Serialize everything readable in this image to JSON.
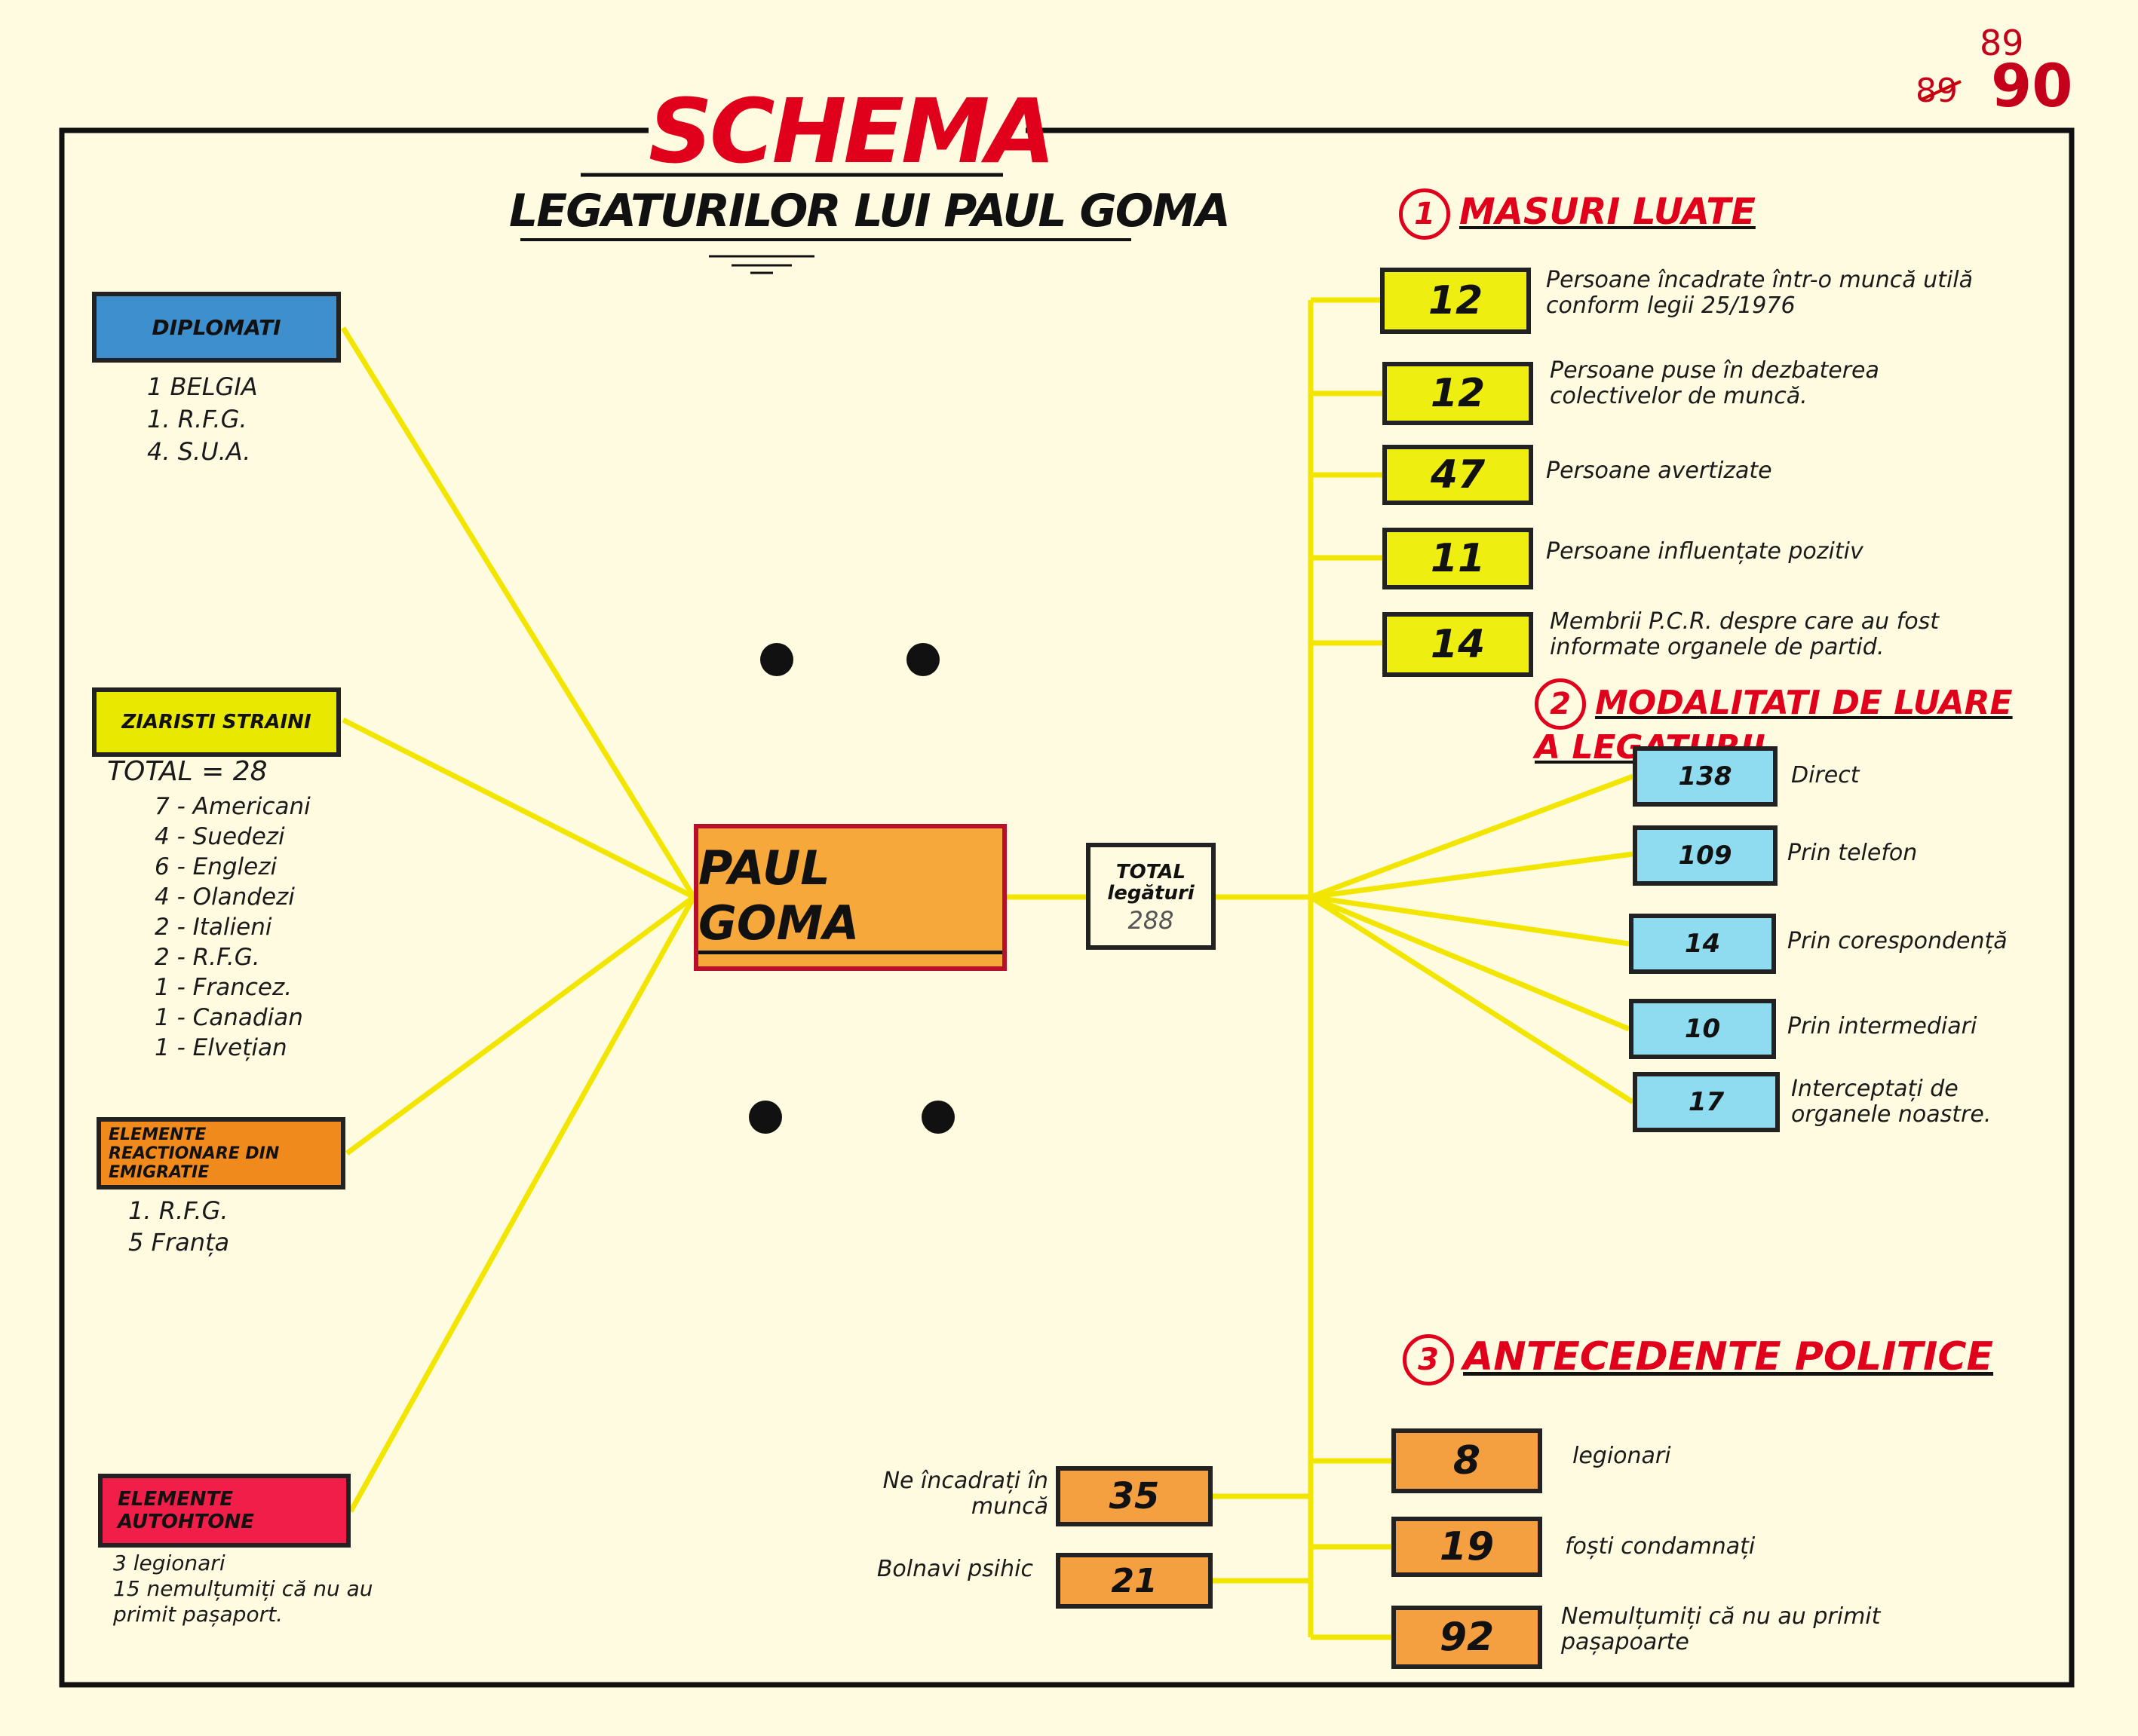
{
  "page_number_top": "89",
  "page_number_struck": "89",
  "page_number_new": "90",
  "title": "SCHEMA",
  "subtitle": "LEGATURILOR LUI PAUL GOMA",
  "center": {
    "label": "PAUL GOMA",
    "total_label": "TOTAL\nlegături",
    "total_value": "288"
  },
  "left_groups": {
    "diplomati": {
      "label": "DIPLOMATI",
      "details": "1 BELGIA\n1. R.F.G.\n4. S.U.A."
    },
    "ziaristi": {
      "label": "ZIARISTI STRAINI",
      "total": "TOTAL = 28",
      "details": "7 - Americani\n4 - Suedezi\n6 - Englezi\n4 - Olandezi\n2 - Italieni\n2 - R.F.G.\n1 - Francez.\n1 - Canadian\n1 - Elvețian"
    },
    "emigratie": {
      "label": "ELEMENTE REACTIONARE DIN EMIGRATIE",
      "details": "1. R.F.G.\n5 Franța"
    },
    "autohtone": {
      "label": "ELEMENTE AUTOHTONE",
      "details": "3 legionari\n15 nemulțumiți că nu au primit pașaport."
    }
  },
  "section1": {
    "number": "1",
    "title": "MASURI LUATE",
    "items": [
      {
        "value": "12",
        "label": "Persoane încadrate într-o muncă utilă conform legii 25/1976"
      },
      {
        "value": "12",
        "label": "Persoane puse în dezbaterea colectivelor de muncă."
      },
      {
        "value": "47",
        "label": "Persoane avertizate"
      },
      {
        "value": "11",
        "label": "Persoane influențate pozitiv"
      },
      {
        "value": "14",
        "label": "Membrii P.C.R. despre care au fost informate organele de partid."
      }
    ]
  },
  "section2": {
    "number": "2",
    "title": "MODALITATI DE LUARE A LEGATURII",
    "items": [
      {
        "value": "138",
        "label": "Direct"
      },
      {
        "value": "109",
        "label": "Prin telefon"
      },
      {
        "value": "14",
        "label": "Prin corespondență"
      },
      {
        "value": "10",
        "label": "Prin intermediari"
      },
      {
        "value": "17",
        "label": "Interceptați de organele noastre."
      }
    ]
  },
  "section3": {
    "number": "3",
    "title": "ANTECEDENTE POLITICE",
    "items": [
      {
        "value": "8",
        "label": "legionari"
      },
      {
        "value": "19",
        "label": "foști condamnați"
      },
      {
        "value": "92",
        "label": "Nemulțumiți că nu au primit pașapoarte"
      }
    ],
    "extra": [
      {
        "value": "35",
        "label": "Ne încadrați în muncă"
      },
      {
        "value": "21",
        "label": "Bolnavi psihic"
      }
    ]
  },
  "colors": {
    "background": "#fffbe0",
    "connector": "#f2e600",
    "diplomati": "#3d8fce",
    "ziaristi": "#e8e800",
    "emigratie": "#f08a1c",
    "autohtone": "#f01e48",
    "center": "#f7a83a",
    "measures": "#eeee10",
    "modes": "#8fdcf0",
    "antecedents": "#f5a040",
    "title_red": "#e0001c"
  }
}
